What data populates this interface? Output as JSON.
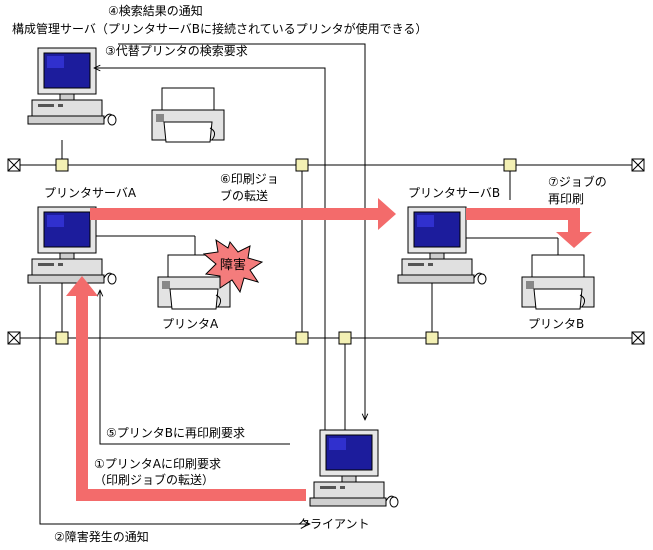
{
  "labels": {
    "top_notify": "④検索結果の通知",
    "config_server": "構成管理サーバ（プリンタサーバBに接続されているプリンタが使用できる）",
    "alt_search": "③代替プリンタの検索要求",
    "server_a": "プリンタサーバA",
    "reprint_transfer_1": "⑥印刷ジョ",
    "reprint_transfer_2": "ブの転送",
    "server_b": "プリンタサーバB",
    "job_reprint_1": "⑦ジョブの",
    "job_reprint_2": "再印刷",
    "fault": "障害",
    "printer_a": "プリンタA",
    "printer_b": "プリンタB",
    "reprint_request": "⑤プリンタBに再印刷要求",
    "print_request_1": "①プリンタAに印刷要求",
    "print_request_2": "（印刷ジョブの転送）",
    "fault_notify": "②障害発生の通知",
    "client": "クライアント"
  },
  "colors": {
    "arrow_red": "#f36b6b",
    "screen_blue": "#1c1c9c",
    "burst": "#f47c7c",
    "node": "#f3f0b4",
    "line": "#000000"
  }
}
